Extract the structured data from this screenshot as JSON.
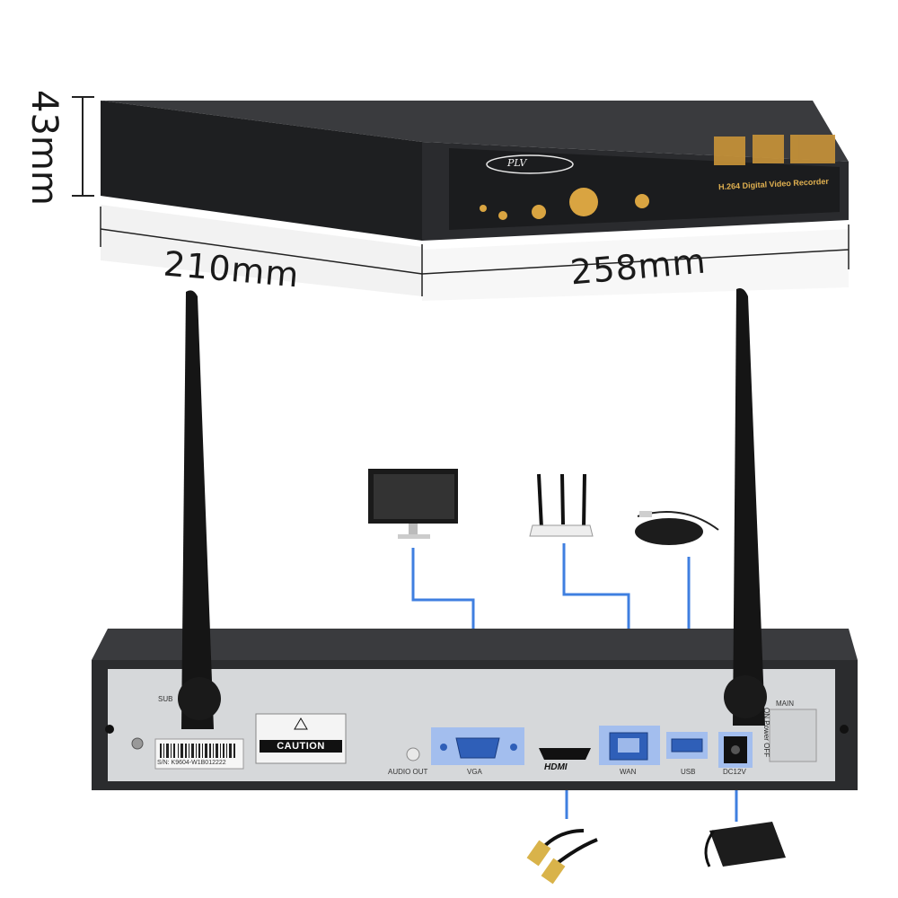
{
  "dimensions": {
    "height": "43mm",
    "depth": "210mm",
    "width": "258mm"
  },
  "front_panel": {
    "brand": "PLV",
    "model_text": "H.264 Digital Video Recorder"
  },
  "rear_panel": {
    "antenna_left_label": "SUB",
    "antenna_right_label": "MAIN",
    "caution_text": "CAUTION",
    "serial_text": "S/N: K9604-W1B012222",
    "power_switch_text": "ON  Power  OFF",
    "ports": [
      {
        "label": "AUDIO OUT"
      },
      {
        "label": "VGA"
      },
      {
        "label": "HDMI"
      },
      {
        "label": "WAN"
      },
      {
        "label": "USB"
      },
      {
        "label": "DC12V"
      }
    ]
  },
  "colors": {
    "connector_line": "#3f7fe0",
    "port_highlight": "#7aaaff",
    "chassis": "#2b2c2e",
    "gold_ornament": "#d9a441"
  },
  "icons": [
    "monitor-icon",
    "router-icon",
    "mouse-icon",
    "hdmi-cable-icon",
    "power-adapter-icon"
  ]
}
